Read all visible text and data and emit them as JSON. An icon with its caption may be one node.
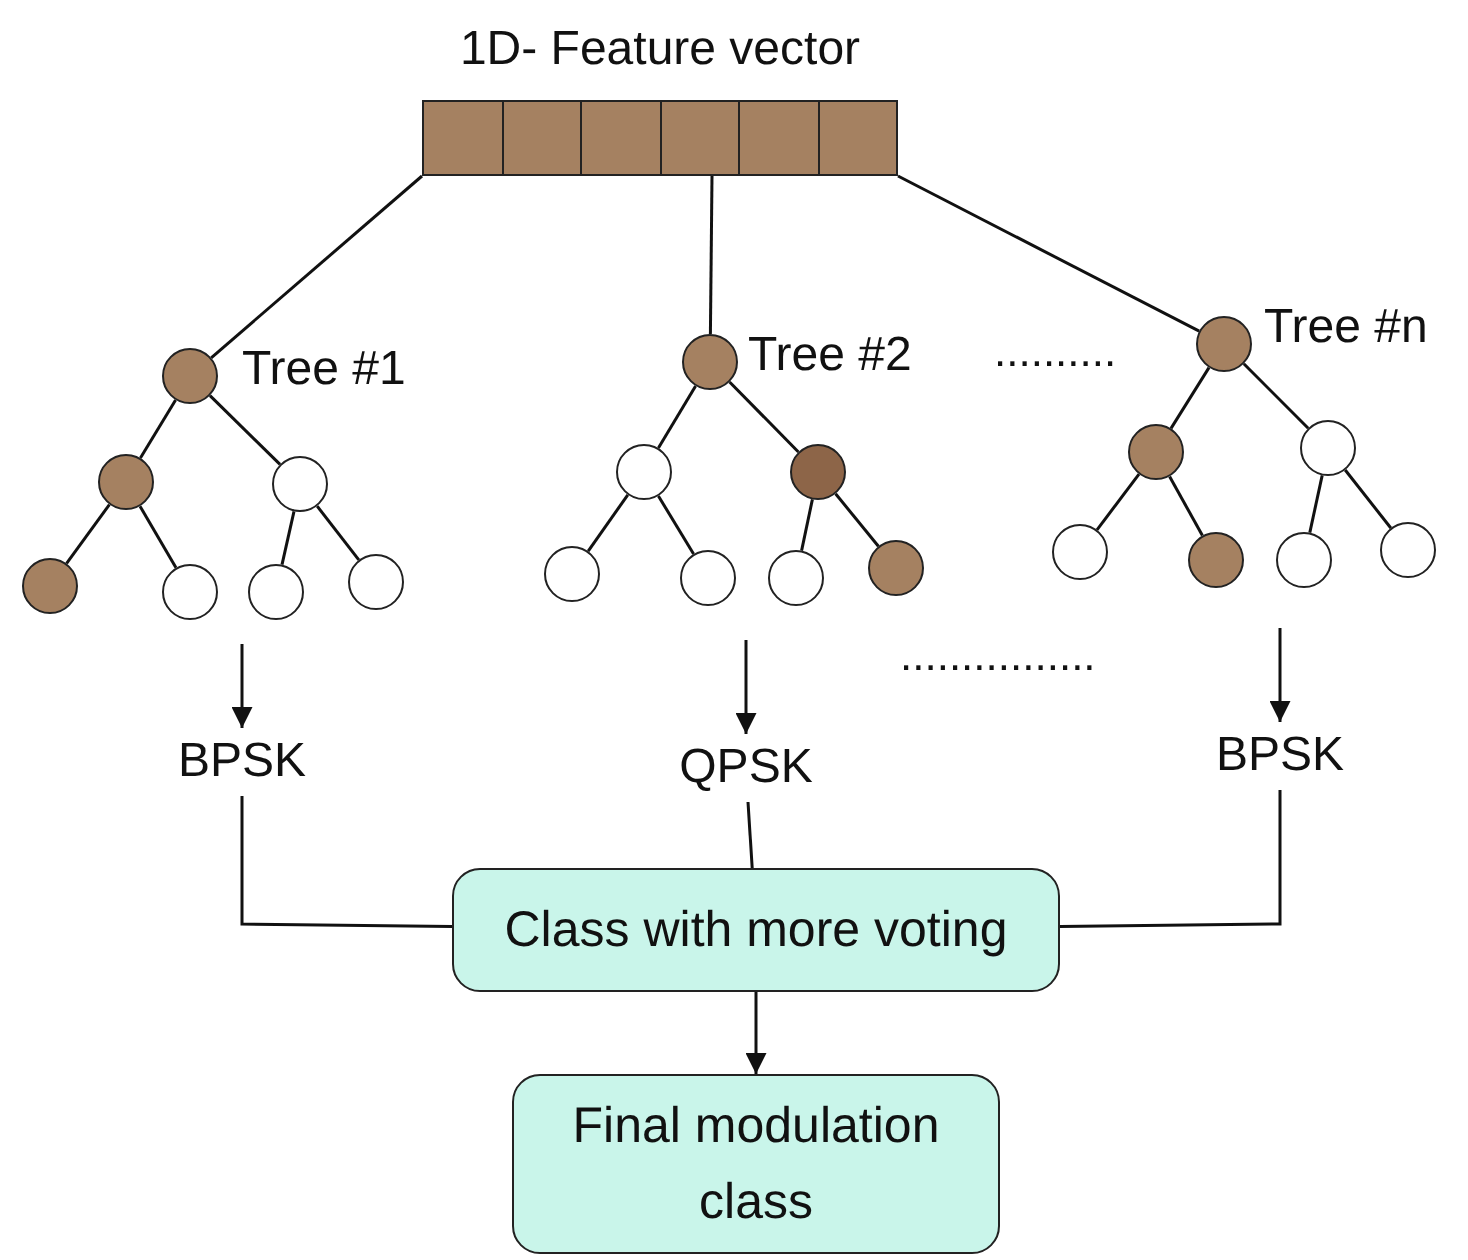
{
  "diagram": {
    "nodes": [
      {
        "text": [
          "1D- Feature vector"
        ]
      },
      {
        "text": [],
        "shape": "circle",
        "beside": [
          "Tree #1"
        ]
      },
      {
        "text": [],
        "shape": "circle"
      },
      {
        "text": [],
        "shape": "circle"
      },
      {
        "text": [],
        "shape": "circle"
      },
      {
        "text": [],
        "shape": "circle"
      },
      {
        "text": [],
        "shape": "circle"
      },
      {
        "text": [],
        "shape": "circle"
      },
      {
        "text": [],
        "shape": "circle",
        "beside": [
          "Tree #2"
        ]
      },
      {
        "text": [],
        "shape": "circle"
      },
      {
        "text": [],
        "shape": "circle"
      },
      {
        "text": [],
        "shape": "circle"
      },
      {
        "text": [],
        "shape": "circle"
      },
      {
        "text": [],
        "shape": "circle"
      },
      {
        "text": [],
        "shape": "circle"
      },
      {
        "text": [],
        "shape": "circle",
        "beside": [
          "Tree #n"
        ]
      },
      {
        "text": [],
        "shape": "circle"
      },
      {
        "text": [],
        "shape": "circle"
      },
      {
        "text": [],
        "shape": "circle"
      },
      {
        "text": [],
        "shape": "circle"
      },
      {
        "text": [],
        "shape": "circle"
      },
      {
        "text": [],
        "shape": "circle"
      },
      {
        "text": [
          "BPSK"
        ]
      },
      {
        "text": [
          "QPSK"
        ]
      },
      {
        "text": [
          "BPSK"
        ]
      },
      {
        "text": [
          "Class with more voting"
        ]
      },
      {
        "text": [
          "Final modulation class"
        ]
      }
    ],
    "edges": [
      {
        "from": 0,
        "to": 1,
        "arrow": "none"
      },
      {
        "from": 0,
        "to": 8,
        "arrow": "none"
      },
      {
        "from": 0,
        "to": 15,
        "arrow": "none"
      },
      {
        "from": 1,
        "to": 2,
        "arrow": "none"
      },
      {
        "from": 1,
        "to": 3,
        "arrow": "none"
      },
      {
        "from": 2,
        "to": 4,
        "arrow": "none"
      },
      {
        "from": 2,
        "to": 5,
        "arrow": "none"
      },
      {
        "from": 3,
        "to": 6,
        "arrow": "none"
      },
      {
        "from": 3,
        "to": 7,
        "arrow": "none"
      },
      {
        "from": 8,
        "to": 9,
        "arrow": "none"
      },
      {
        "from": 8,
        "to": 10,
        "arrow": "none"
      },
      {
        "from": 9,
        "to": 11,
        "arrow": "none"
      },
      {
        "from": 9,
        "to": 12,
        "arrow": "none"
      },
      {
        "from": 10,
        "to": 13,
        "arrow": "none"
      },
      {
        "from": 10,
        "to": 14,
        "arrow": "none"
      },
      {
        "from": 15,
        "to": 16,
        "arrow": "none"
      },
      {
        "from": 15,
        "to": 17,
        "arrow": "none"
      },
      {
        "from": 16,
        "to": 18,
        "arrow": "none"
      },
      {
        "from": 16,
        "to": 19,
        "arrow": "none"
      },
      {
        "from": 17,
        "to": 20,
        "arrow": "none"
      },
      {
        "from": 17,
        "to": 21,
        "arrow": "none"
      },
      {
        "from": null,
        "to": 22,
        "arrow": "to"
      },
      {
        "from": null,
        "to": 23,
        "arrow": "to"
      },
      {
        "from": null,
        "to": 24,
        "arrow": "to"
      },
      {
        "from": 22,
        "to": 25,
        "arrow": "none"
      },
      {
        "from": 23,
        "to": 25,
        "arrow": "none"
      },
      {
        "from": 24,
        "to": 25,
        "arrow": "none"
      },
      {
        "from": 25,
        "to": 26,
        "arrow": "to"
      }
    ],
    "labels": [
      "..........",
      "................"
    ]
  }
}
